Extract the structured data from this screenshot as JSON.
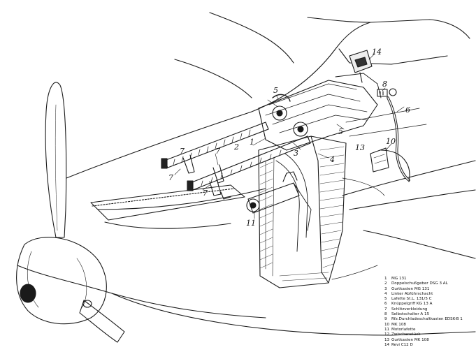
{
  "callouts": [
    {
      "id": "c1",
      "text": "1"
    },
    {
      "id": "c2",
      "text": "2"
    },
    {
      "id": "c3",
      "text": "3"
    },
    {
      "id": "c4",
      "text": "4"
    },
    {
      "id": "c5a",
      "text": "5"
    },
    {
      "id": "c5b",
      "text": "5"
    },
    {
      "id": "c6",
      "text": "6"
    },
    {
      "id": "c7a",
      "text": "7"
    },
    {
      "id": "c7b",
      "text": "7"
    },
    {
      "id": "c7c",
      "text": "7"
    },
    {
      "id": "c7d",
      "text": "7"
    },
    {
      "id": "c8",
      "text": "8"
    },
    {
      "id": "c10",
      "text": "10"
    },
    {
      "id": "c11",
      "text": "11"
    },
    {
      "id": "c13",
      "text": "13"
    },
    {
      "id": "c14",
      "text": "14"
    }
  ],
  "legend": [
    {
      "num": "1",
      "label": "MG 131"
    },
    {
      "num": "2",
      "label": "Doppelschußgeber DSG 3 AL"
    },
    {
      "num": "3",
      "label": "Gurtkasten MG 131"
    },
    {
      "num": "4",
      "label": "Linker Abführschacht"
    },
    {
      "num": "5",
      "label": "Lafette St.L. 131/5 C"
    },
    {
      "num": "6",
      "label": "Knüppelgriff KG 13 A"
    },
    {
      "num": "7",
      "label": "Schlitzverkleidung"
    },
    {
      "num": "8",
      "label": "Selbstschalter A 15"
    },
    {
      "num": "9",
      "label": "Rfz.Durchladeschaltkasten EDSK-B 1"
    },
    {
      "num": "10",
      "label": "MK 108"
    },
    {
      "num": "11",
      "label": "Motorlafette"
    },
    {
      "num": "12",
      "label": "Zwischenstück"
    },
    {
      "num": "13",
      "label": "Gurtkasten MK 108"
    },
    {
      "num": "14",
      "label": "Revi C12 D"
    }
  ]
}
